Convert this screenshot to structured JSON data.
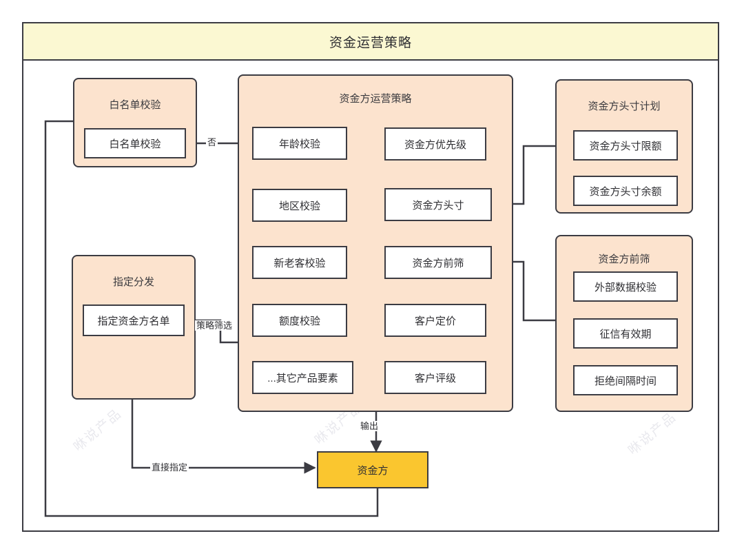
{
  "diagram": {
    "title": "资金运营策略",
    "title_bg": "#fbf8d2",
    "group_bg": "#fce3ce",
    "node_bg": "#ffffff",
    "accent_bg": "#fac62f",
    "stroke": "#3b3b42",
    "watermark_text": "咻说产品"
  },
  "groups": {
    "whitelist": {
      "title": "白名单校验",
      "nodes": [
        {
          "label": "白名单校验"
        }
      ]
    },
    "designated": {
      "title": "指定分发",
      "nodes": [
        {
          "label": "指定资金方名单"
        }
      ]
    },
    "core": {
      "title": "资金方运营策略",
      "left_column": [
        {
          "label": "年龄校验"
        },
        {
          "label": "地区校验"
        },
        {
          "label": "新老客校验"
        },
        {
          "label": "额度校验"
        },
        {
          "label": "...其它产品要素"
        }
      ],
      "right_column": [
        {
          "label": "资金方优先级"
        },
        {
          "label": "资金方头寸"
        },
        {
          "label": "资金方前筛"
        },
        {
          "label": "客户定价"
        },
        {
          "label": "客户评级"
        }
      ]
    },
    "position_plan": {
      "title": "资金方头寸计划",
      "nodes": [
        {
          "label": "资金方头寸限额"
        },
        {
          "label": "资金方头寸余额"
        }
      ]
    },
    "prescreen": {
      "title": "资金方前筛",
      "nodes": [
        {
          "label": "外部数据校验"
        },
        {
          "label": "征信有效期"
        },
        {
          "label": "拒绝间隔时间"
        }
      ]
    }
  },
  "output_node": {
    "label": "资金方"
  },
  "edge_labels": {
    "no": "否",
    "policy_filter": "策略筛选",
    "output": "输出",
    "direct_assign": "直接指定"
  }
}
